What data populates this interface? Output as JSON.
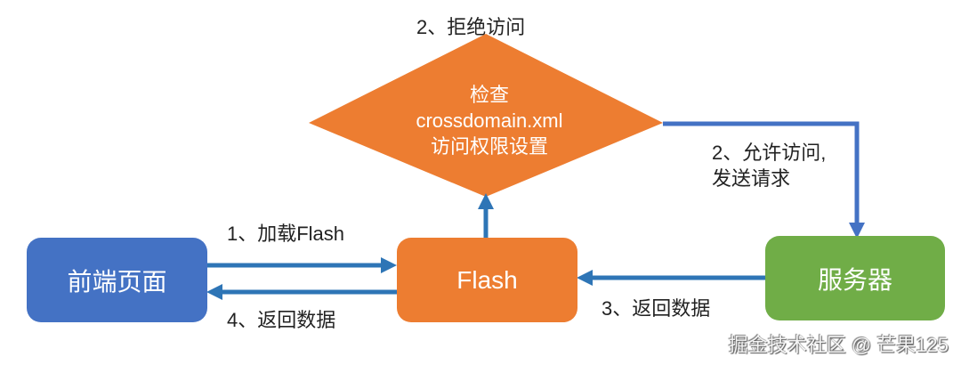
{
  "colors": {
    "frontend": "#4472C4",
    "flash": "#ED7D31",
    "diamond": "#ED7D31",
    "server": "#70AD47",
    "arrow": "#2E75B6",
    "arrow_top": "#4472C4"
  },
  "nodes": {
    "frontend": "前端页面",
    "flash": "Flash",
    "server": "服务器",
    "check": [
      "检查",
      "crossdomain.xml",
      "访问权限设置"
    ]
  },
  "edges": {
    "load_flash": "1、加载Flash",
    "deny": "2、拒绝访问",
    "allow_line1": "2、允许访问,",
    "allow_line2": "发送请求",
    "server_return": "3、返回数据",
    "flash_return": "4、返回数据"
  },
  "watermark": "掘金技术社区 @ 芒果125"
}
